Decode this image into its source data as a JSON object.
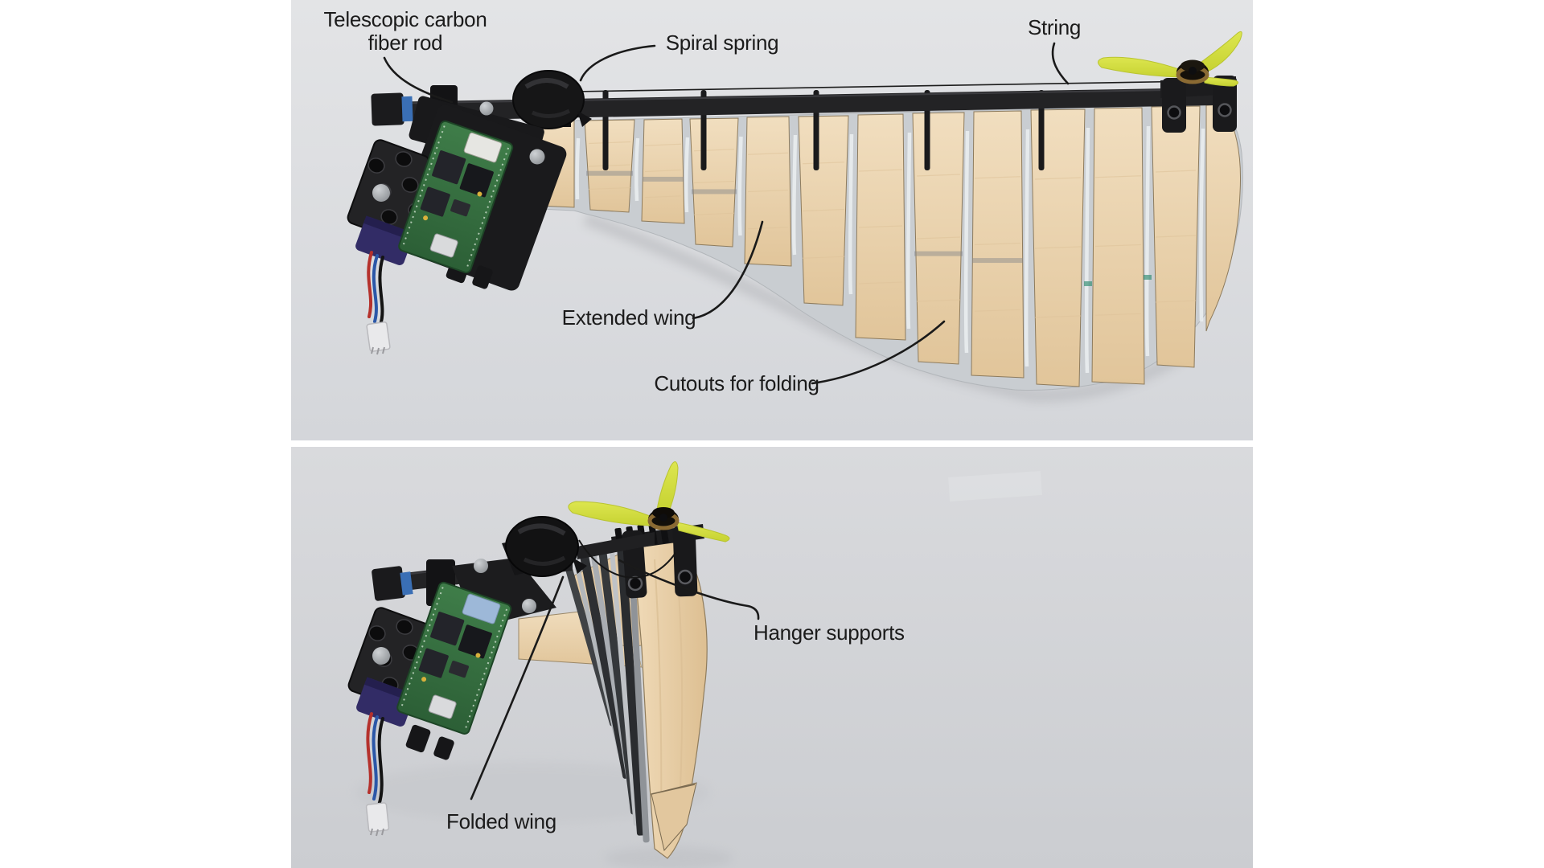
{
  "figure": {
    "panel_top": {
      "labels": {
        "telescopic_line1": "Telescopic carbon",
        "telescopic_line2": "fiber rod",
        "spiral_spring": "Spiral spring",
        "string": "String",
        "extended_wing": "Extended wing",
        "cutouts_for_folding": "Cutouts for folding"
      }
    },
    "panel_bottom": {
      "labels": {
        "hanger_supports": "Hanger supports",
        "folded_wing": "Folded wing"
      }
    },
    "colors": {
      "page_background": "#ffffff",
      "photo_background_top": "#dfe1e4",
      "photo_background_bottom": "#d2d4d8",
      "balsa_wood": "#e9d2ad",
      "hinge_membrane": "#c9cdd1",
      "carbon_black": "#232325",
      "propeller_yellow": "#d6e243",
      "pcb_green": "#37743f",
      "battery_navy": "#332e68",
      "blue_band": "#3a6fb5",
      "label_text": "#1b1b1b"
    }
  }
}
